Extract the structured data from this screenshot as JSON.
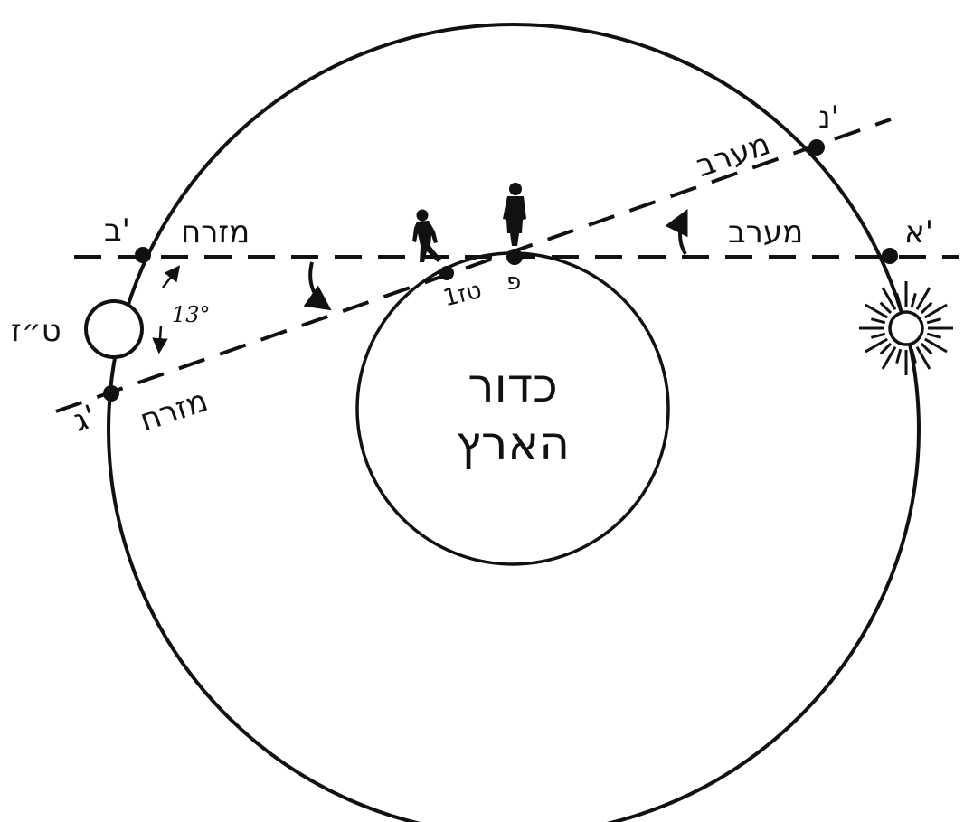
{
  "labels": {
    "point_a": "א'",
    "west_a": "מערב",
    "point_b": "ב'",
    "east_b": "מזרח",
    "point_g": "ג'",
    "east_g": "מזרח",
    "point_n": "נ'",
    "west_n": "מערב",
    "moon_label": "ט״ז",
    "point_p": "פ",
    "point_tz": "טז1",
    "earth_line1": "כדור",
    "earth_line2": "הארץ",
    "angle": "13°"
  },
  "colors": {
    "ink": "#111111",
    "background": "#ffffff"
  }
}
